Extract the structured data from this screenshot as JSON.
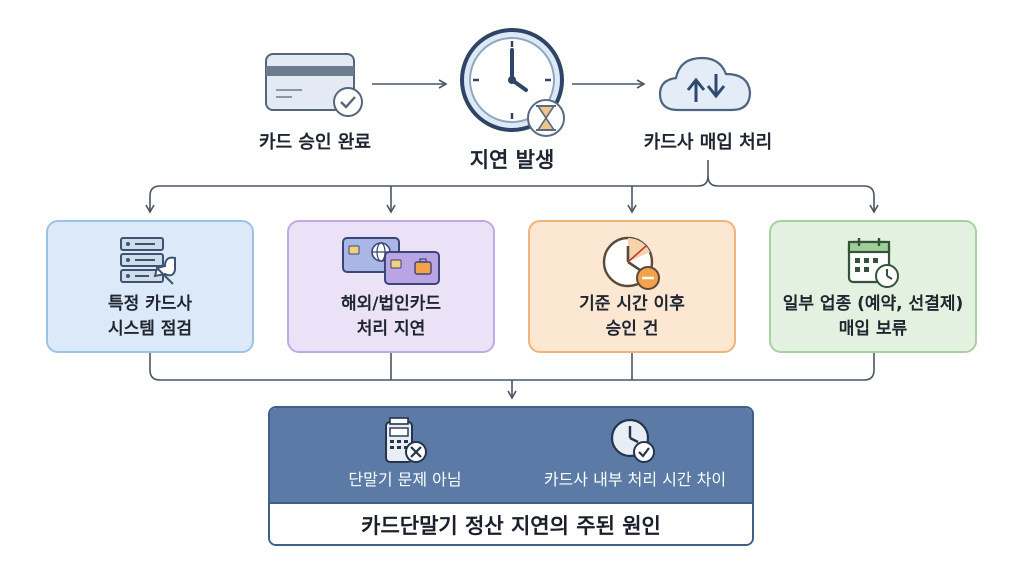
{
  "flow": {
    "steps": [
      {
        "label": "카드 승인 완료",
        "icon": "credit-card-check-icon"
      },
      {
        "label": "지연 발생",
        "icon": "clock-hourglass-icon"
      },
      {
        "label": "카드사 매입 처리",
        "icon": "cloud-sync-icon"
      }
    ]
  },
  "causes": [
    {
      "lines": [
        "특정 카드사",
        "시스템 점검"
      ],
      "icon": "server-wrench-icon",
      "color": "#dbe9f8",
      "border": "#9cc2e8"
    },
    {
      "lines": [
        "해외/법인카드",
        "처리 지연"
      ],
      "icon": "cards-globe-briefcase-icon",
      "color": "#ebe2f8",
      "border": "#c1a9e6"
    },
    {
      "lines": [
        "기준 시간 이후",
        "승인 건"
      ],
      "icon": "clock-minus-icon",
      "color": "#fbe7d2",
      "border": "#eeb47a"
    },
    {
      "lines": [
        "일부 업종 (예약, 선결제)",
        "매입 보류"
      ],
      "icon": "calendar-clock-icon",
      "color": "#e3f1e1",
      "border": "#a7d1a1"
    }
  ],
  "result": {
    "items": [
      {
        "label": "단말기 문제 아님",
        "icon": "pos-terminal-x-icon"
      },
      {
        "label": "카드사 내부 처리 시간 차이",
        "icon": "clock-check-icon"
      }
    ],
    "title": "카드단말기 정산 지연의 주된 원인"
  }
}
